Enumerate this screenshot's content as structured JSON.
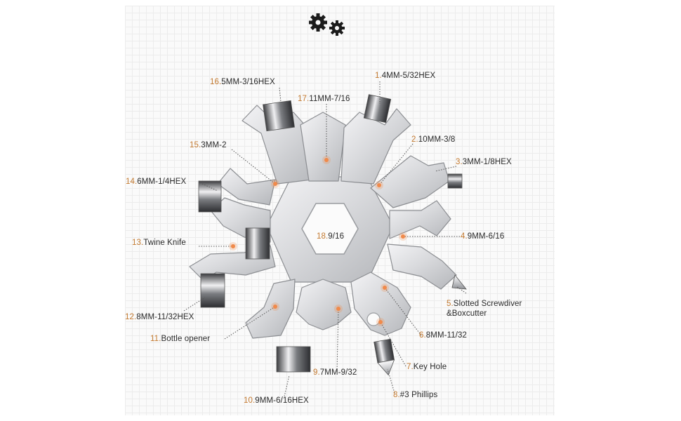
{
  "header": {
    "icon": "gears-icon"
  },
  "colors": {
    "number": "#c47a30",
    "text": "#2a2a2a",
    "dot": "#f08a4b",
    "leader": "#555555",
    "steel_light": "#f1f1f3",
    "steel_dark": "#a9abb0"
  },
  "tool_labels": [
    {
      "id": "l1",
      "number": "1.",
      "text": "4MM-5/32HEX"
    },
    {
      "id": "l2",
      "number": "2.",
      "text": "10MM-3/8"
    },
    {
      "id": "l3",
      "number": "3.",
      "text": "3MM-1/8HEX"
    },
    {
      "id": "l4",
      "number": "4.",
      "text": "9MM-6/16"
    },
    {
      "id": "l5",
      "number": "5.",
      "text": "Slotted Screwdiver",
      "text2": "&Boxcutter"
    },
    {
      "id": "l6",
      "number": "6.",
      "text": "8MM-11/32"
    },
    {
      "id": "l7",
      "number": "7.",
      "text": "Key Hole"
    },
    {
      "id": "l8",
      "number": "8.",
      "text": "#3 Phillips"
    },
    {
      "id": "l9",
      "number": "9.",
      "text": "7MM-9/32"
    },
    {
      "id": "l10",
      "number": "10.",
      "text": "9MM-6/16HEX"
    },
    {
      "id": "l11",
      "number": "11.",
      "text": "Bottle opener"
    },
    {
      "id": "l12",
      "number": "12.",
      "text": "8MM-11/32HEX"
    },
    {
      "id": "l13",
      "number": "13.",
      "text": "Twine Knife"
    },
    {
      "id": "l14",
      "number": "14.",
      "text": "6MM-1/4HEX"
    },
    {
      "id": "l15",
      "number": "15.",
      "text": "3MM-2"
    },
    {
      "id": "l16",
      "number": "16.",
      "text": "5MM-3/16HEX"
    },
    {
      "id": "l17",
      "number": "17.",
      "text": "11MM-7/16"
    },
    {
      "id": "l18",
      "number": "18.",
      "text": "9/16"
    }
  ]
}
